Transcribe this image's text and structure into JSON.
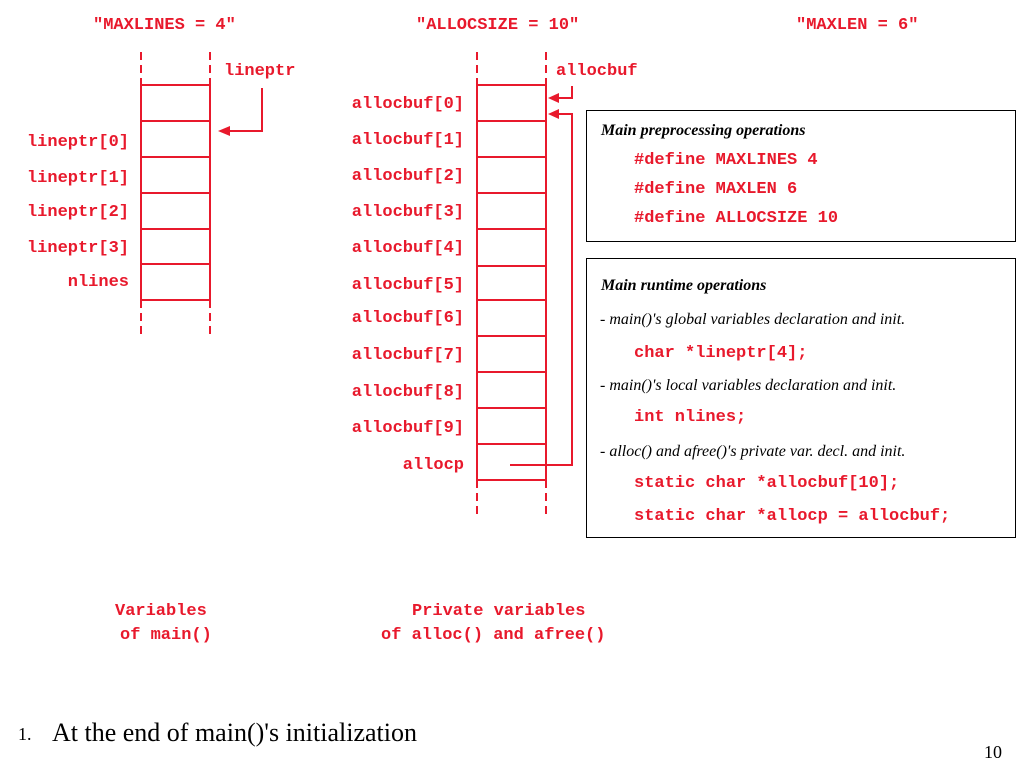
{
  "colors": {
    "accent": "#e8192c",
    "text": "#000000",
    "border": "#000000"
  },
  "constants": {
    "maxlines": "\"MAXLINES = 4\"",
    "allocsize": "\"ALLOCSIZE = 10\"",
    "maxlen": "\"MAXLEN = 6\""
  },
  "main_vars": {
    "pointer_label": "lineptr",
    "cells": [
      "lineptr[0]",
      "lineptr[1]",
      "lineptr[2]",
      "lineptr[3]",
      "nlines"
    ]
  },
  "alloc_vars": {
    "pointer_label": "allocbuf",
    "cells": [
      "allocbuf[0]",
      "allocbuf[1]",
      "allocbuf[2]",
      "allocbuf[3]",
      "allocbuf[4]",
      "allocbuf[5]",
      "allocbuf[6]",
      "allocbuf[7]",
      "allocbuf[8]",
      "allocbuf[9]",
      "allocp"
    ]
  },
  "preprocessing_box": {
    "title": "Main preprocessing operations",
    "lines": [
      "#define MAXLINES 4",
      "#define MAXLEN 6",
      "#define ALLOCSIZE 10"
    ]
  },
  "runtime_box": {
    "title": "Main runtime operations",
    "note1": "-  main()'s global variables declaration and init.",
    "code1": "char *lineptr[4];",
    "note2": "-  main()'s local variables declaration and init.",
    "code2": "int nlines;",
    "note3": "-  alloc() and afree()'s private var. decl. and init.",
    "code3a": "static char *allocbuf[10];",
    "code3b": "static char *allocp = allocbuf;"
  },
  "captions": {
    "main_line1": "Variables",
    "main_line2": "of main()",
    "alloc_line1": "Private variables",
    "alloc_line2": "of alloc() and afree()"
  },
  "footer": {
    "step_number": "1.",
    "step_text": "At the end of main()'s initialization",
    "page_number": "10"
  }
}
